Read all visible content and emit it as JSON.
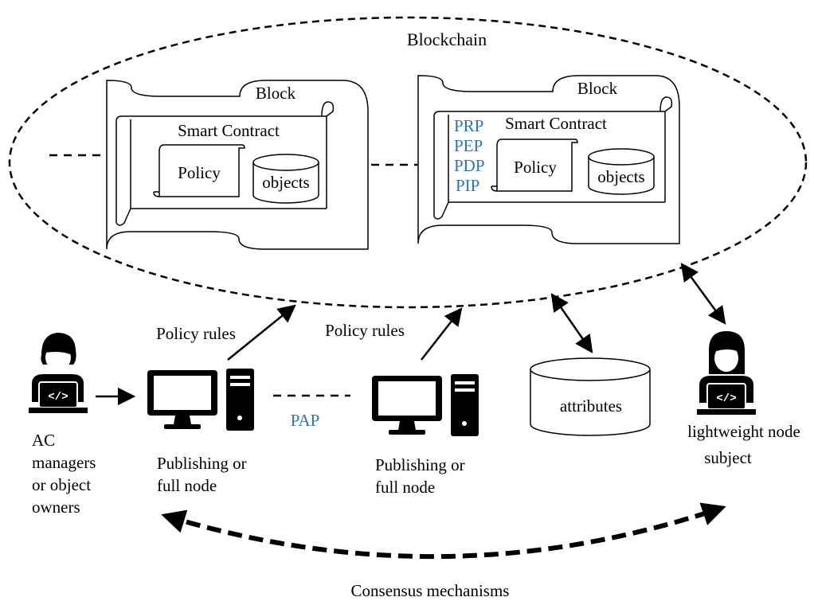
{
  "blockchain": {
    "title": "Blockchain"
  },
  "blocks": [
    {
      "title": "Block",
      "contract": "Smart Contract",
      "policy": "Policy",
      "objects": "objects",
      "components": []
    },
    {
      "title": "Block",
      "contract": "Smart Contract",
      "policy": "Policy",
      "objects": "objects",
      "components": [
        "PRP",
        "PEP",
        "PDP",
        "PIP"
      ]
    }
  ],
  "actors": {
    "managers": {
      "lines": [
        "AC",
        "managers",
        "or object",
        "owners"
      ]
    },
    "subject": {
      "lines": [
        "lightweight node",
        "subject"
      ]
    }
  },
  "nodes": [
    {
      "lines": [
        "Publishing or",
        "full node"
      ],
      "policy_label": "Policy rules"
    },
    {
      "lines": [
        "Publishing or",
        "full node"
      ],
      "policy_label": "Policy rules"
    }
  ],
  "pap_label": "PAP",
  "attributes_label": "attributes",
  "consensus_label": "Consensus mechanisms",
  "colors": {
    "accent_text": "#2e75b6",
    "stroke": "#000000"
  }
}
